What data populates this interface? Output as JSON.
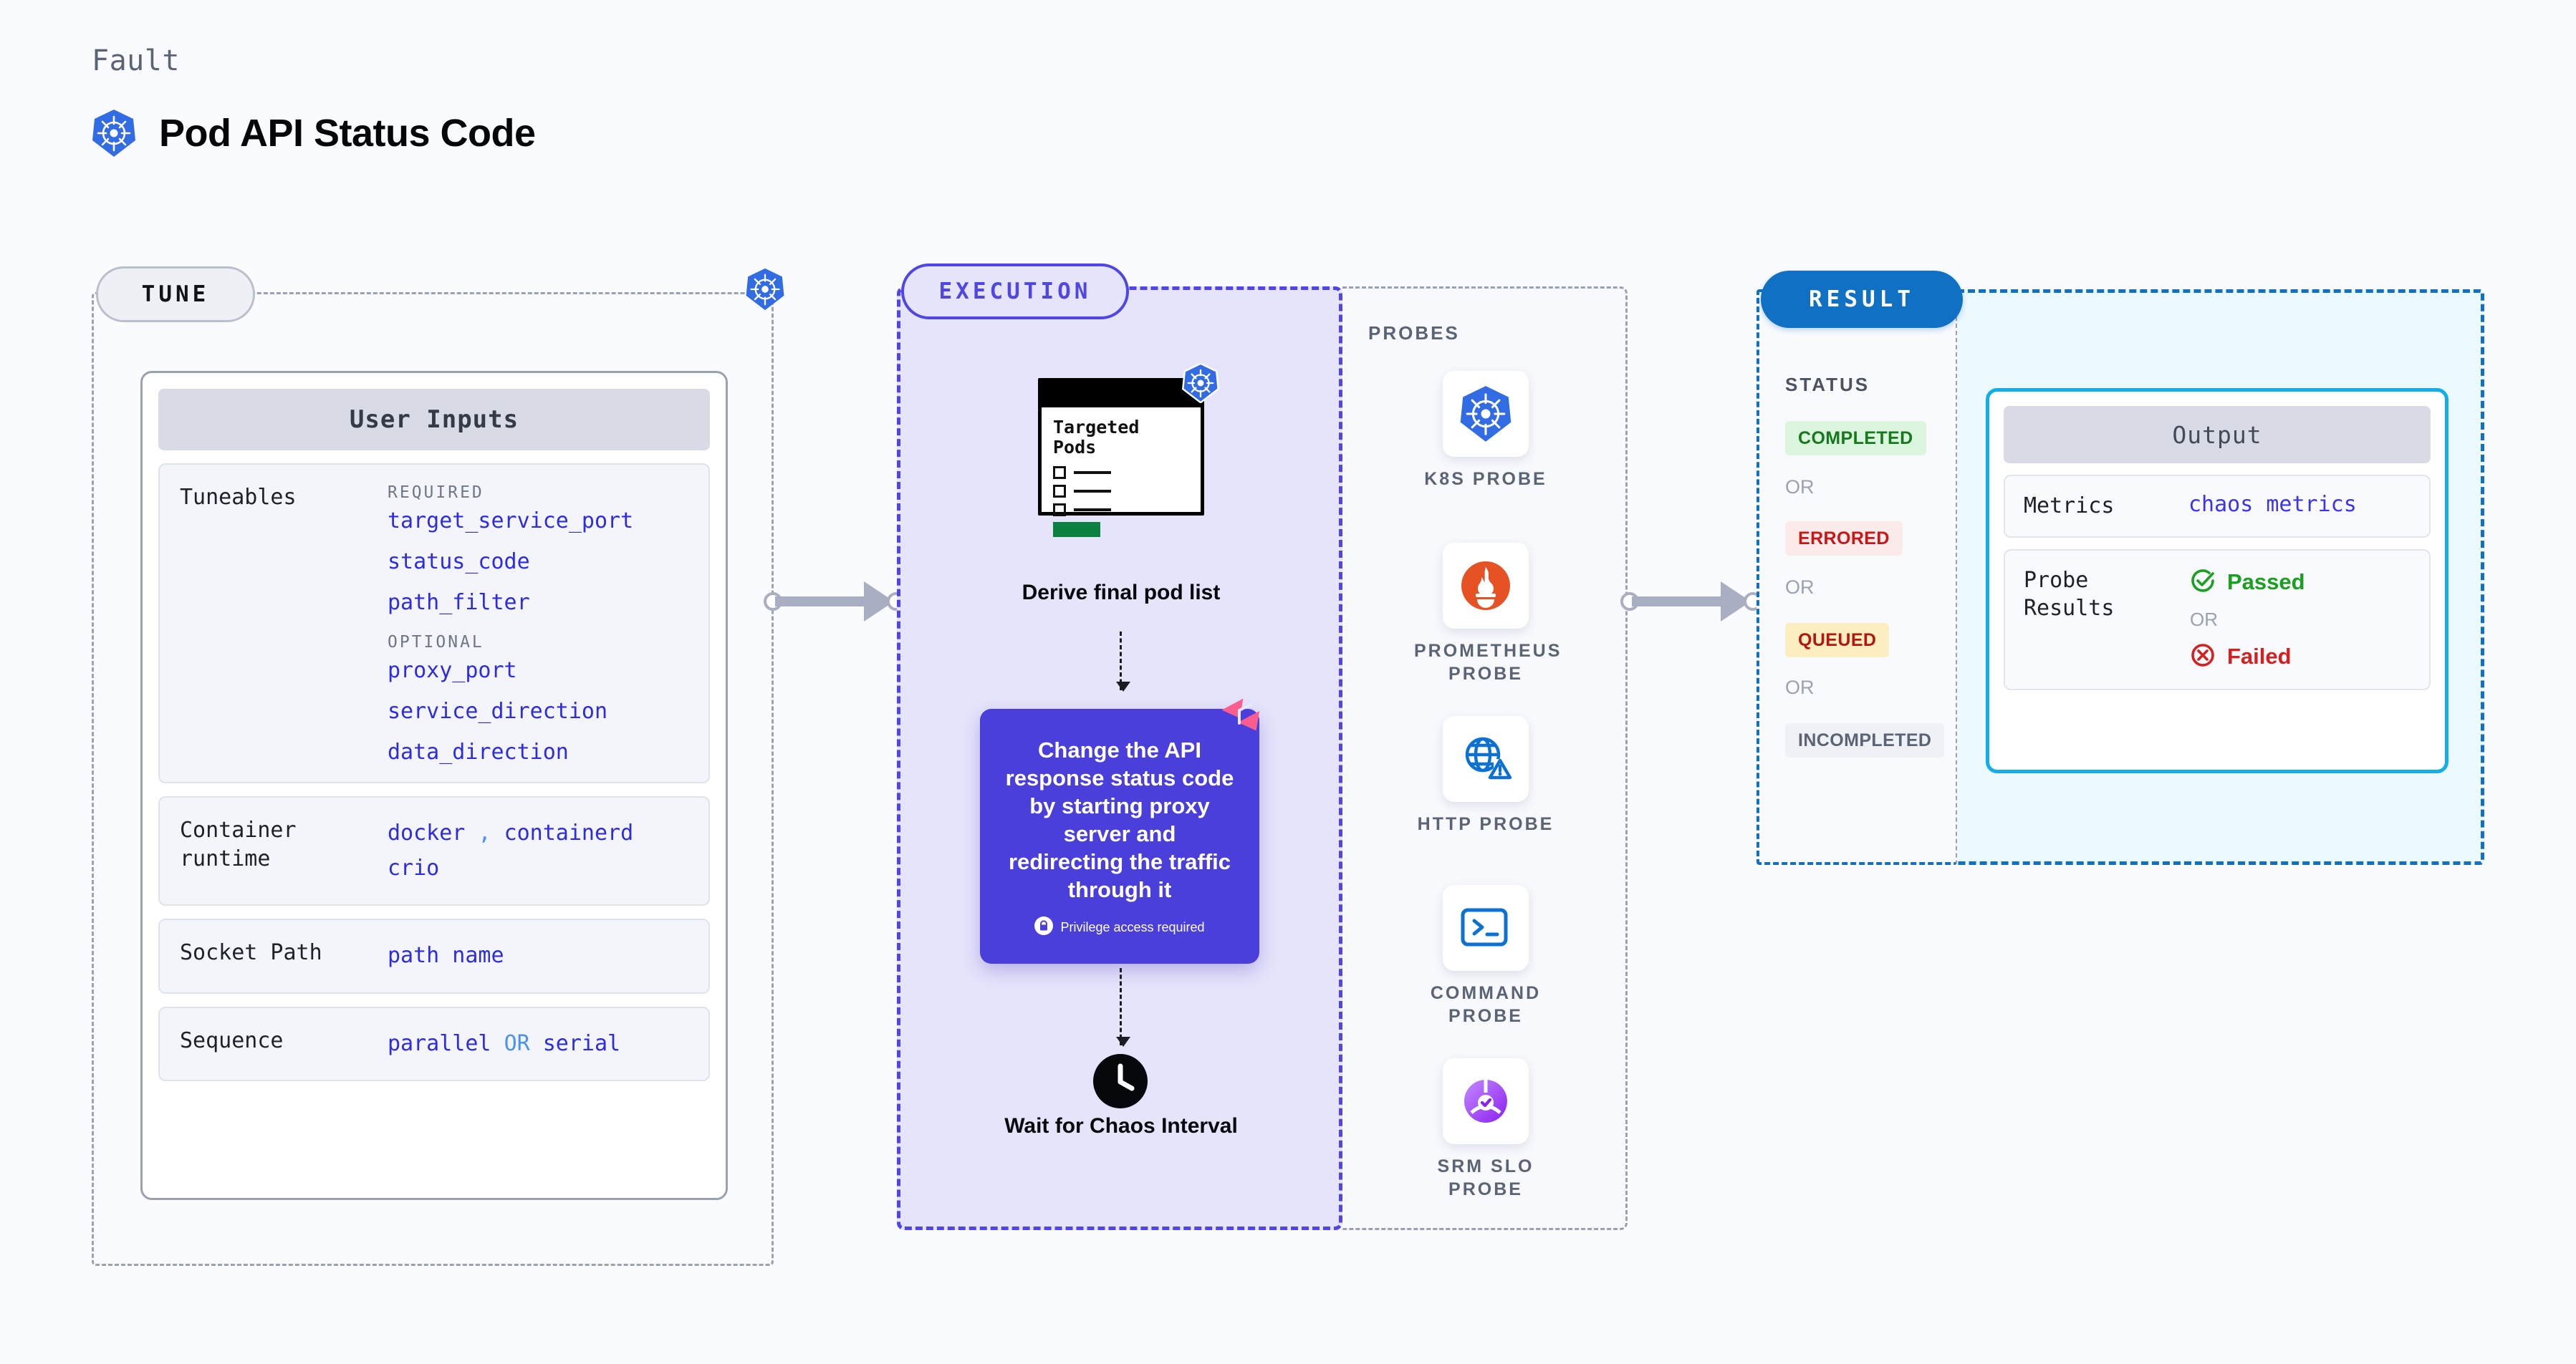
{
  "header": {
    "eyebrow": "Fault",
    "title": "Pod API Status Code",
    "logo_icon": "kubernetes-icon"
  },
  "tune": {
    "tab_label": "TUNE",
    "badge_icon": "kubernetes-icon",
    "card_title": "User Inputs",
    "tuneables": {
      "label": "Tuneables",
      "required_label": "REQUIRED",
      "required": [
        "target_service_port",
        "status_code",
        "path_filter"
      ],
      "optional_label": "OPTIONAL",
      "optional": [
        "proxy_port",
        "service_direction",
        "data_direction"
      ]
    },
    "rows": [
      {
        "label": "Container runtime",
        "values": [
          "docker",
          "containerd",
          "crio"
        ],
        "separator": ","
      },
      {
        "label": "Socket Path",
        "values": [
          "path name"
        ]
      },
      {
        "label": "Sequence",
        "values": [
          "parallel",
          "serial"
        ],
        "separator": "OR"
      }
    ]
  },
  "execution": {
    "tab_label": "EXECUTION",
    "pods_card": {
      "title_line1": "Targeted",
      "title_line2": "Pods",
      "badge_icon": "kubernetes-icon"
    },
    "step1_caption": "Derive final pod list",
    "action_card": {
      "text": "Change the API response status code by starting proxy server and redirecting the traffic through it",
      "privilege_label": "Privilege access required",
      "privilege_icon": "lock-icon",
      "ribbon_icon": "chaos-ribbon-icon",
      "bg_color": "#4b3fdb"
    },
    "step2_caption": "Wait for Chaos Interval",
    "clock_icon": "clock-icon"
  },
  "probes": {
    "title": "PROBES",
    "items": [
      {
        "label": "K8S PROBE",
        "icon": "kubernetes-icon"
      },
      {
        "label": "PROMETHEUS PROBE",
        "icon": "prometheus-icon"
      },
      {
        "label": "HTTP PROBE",
        "icon": "globe-warning-icon"
      },
      {
        "label": "COMMAND PROBE",
        "icon": "terminal-icon"
      },
      {
        "label": "SRM SLO PROBE",
        "icon": "srm-slo-icon"
      }
    ]
  },
  "result": {
    "tab_label": "RESULT",
    "status_title": "STATUS",
    "or_label": "OR",
    "statuses": [
      {
        "label": "COMPLETED",
        "bg": "#dcf5de",
        "fg": "#157a1b"
      },
      {
        "label": "ERRORED",
        "bg": "#fdeaea",
        "fg": "#cb1515"
      },
      {
        "label": "QUEUED",
        "bg": "#fdeec2",
        "fg": "#b4160f"
      },
      {
        "label": "INCOMPLETED",
        "bg": "#f0f1f6",
        "fg": "#5b6475"
      }
    ]
  },
  "output": {
    "card_title": "Output",
    "metrics_label": "Metrics",
    "metrics_value": "chaos metrics",
    "probe_results_label": "Probe Results",
    "passed_label": "Passed",
    "failed_label": "Failed",
    "or_label": "OR",
    "passed_icon": "check-circle-icon",
    "failed_icon": "x-circle-icon",
    "border_color": "#12aee8"
  }
}
